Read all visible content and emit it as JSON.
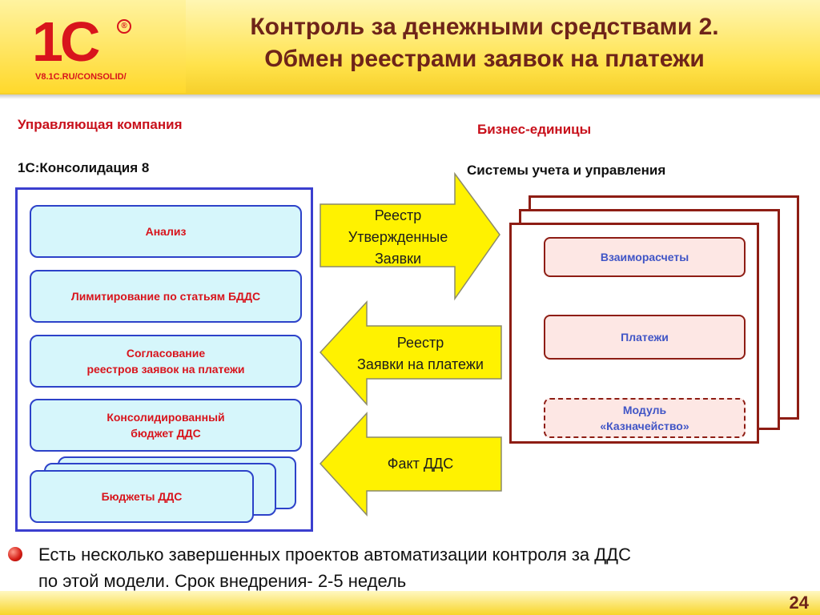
{
  "header": {
    "logo_text": "1С",
    "logo_reg": "®",
    "logo_url": "V8.1C.RU/CONSOLID/",
    "title_line1": "Контроль за денежными средствами 2.",
    "title_line2": "Обмен реестрами заявок на платежи"
  },
  "left": {
    "heading": "Управляющая компания",
    "system": "1С:Консолидация 8",
    "boxes": [
      {
        "line1": "Анализ",
        "line2": ""
      },
      {
        "line1": "Лимитирование по статьям БДДС",
        "line2": ""
      },
      {
        "line1": "Согласование",
        "line2": "реестров заявок на платежи"
      },
      {
        "line1": "Консолидированный",
        "line2": "бюджет ДДС"
      },
      {
        "line1": "Бюджеты ДДС",
        "line2": ""
      }
    ]
  },
  "right": {
    "heading": "Бизнес-единицы",
    "system": "Системы учета и управления",
    "boxes": [
      {
        "line1": "Взаиморасчеты",
        "line2": ""
      },
      {
        "line1": "Платежи",
        "line2": ""
      },
      {
        "line1": "Модуль",
        "line2": "«Казначейство»"
      }
    ]
  },
  "arrows": [
    {
      "direction": "right",
      "line1": "Реестр",
      "line2": "Утвержденные",
      "line3": "Заявки"
    },
    {
      "direction": "left",
      "line1": "Реестр",
      "line2": "Заявки на платежи",
      "line3": ""
    },
    {
      "direction": "left",
      "line1": "Факт ДДС",
      "line2": "",
      "line3": ""
    }
  ],
  "footer": {
    "bullet_line1": "Есть несколько завершенных проектов автоматизации контроля за ДДС",
    "bullet_line2": "по этой модели. Срок внедрения- 2-5 недель",
    "page_number": "24"
  },
  "colors": {
    "accent_yellow": "#ffe24a",
    "arrow_fill": "#fff200",
    "left_border": "#3b3fcf",
    "right_border": "#8e1d14",
    "title": "#6e2419",
    "label_red": "#c8101b"
  }
}
